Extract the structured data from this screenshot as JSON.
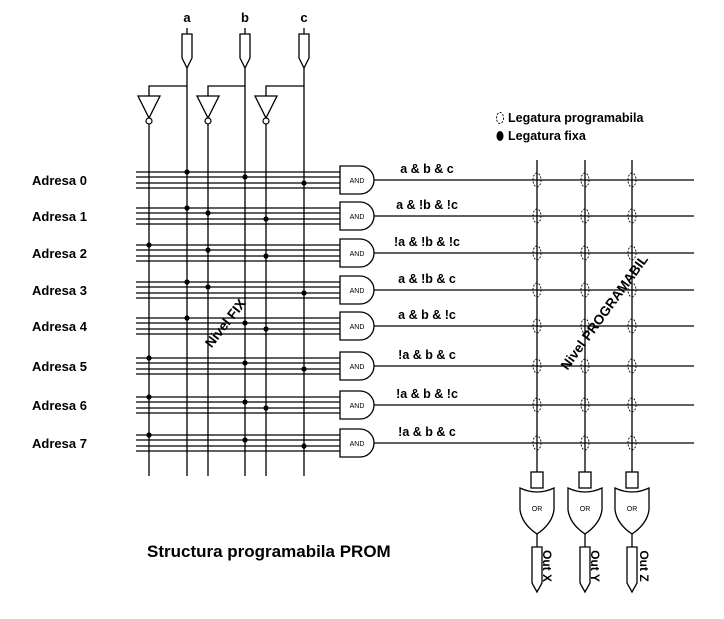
{
  "inputs": [
    "a",
    "b",
    "c"
  ],
  "rows": [
    {
      "address": "Adresa 0",
      "term": "a & b & c"
    },
    {
      "address": "Adresa 1",
      "term": "a & !b & !c"
    },
    {
      "address": "Adresa 2",
      "term": "!a & !b & !c"
    },
    {
      "address": "Adresa 3",
      "term": "a & !b & c"
    },
    {
      "address": "Adresa 4",
      "term": "a & b & !c"
    },
    {
      "address": "Adresa 5",
      "term": "!a & b & c"
    },
    {
      "address": "Adresa 6",
      "term": "!a & b & !c"
    },
    {
      "address": "Adresa 7",
      "term": "!a & b & c"
    }
  ],
  "gates": {
    "and_label": "AND",
    "or_label": "OR"
  },
  "outputs": [
    "Out X",
    "Out Y",
    "Out Z"
  ],
  "legend": {
    "programmable": "Legatura programabila",
    "fixed": "Legatura fixa"
  },
  "labels": {
    "fixed_level": "Nivel FIX",
    "programmable_level": "Nivel PROGRAMABIL"
  },
  "caption": "Structura programabila PROM",
  "colors": {
    "line": "#000000",
    "background": "#ffffff"
  }
}
